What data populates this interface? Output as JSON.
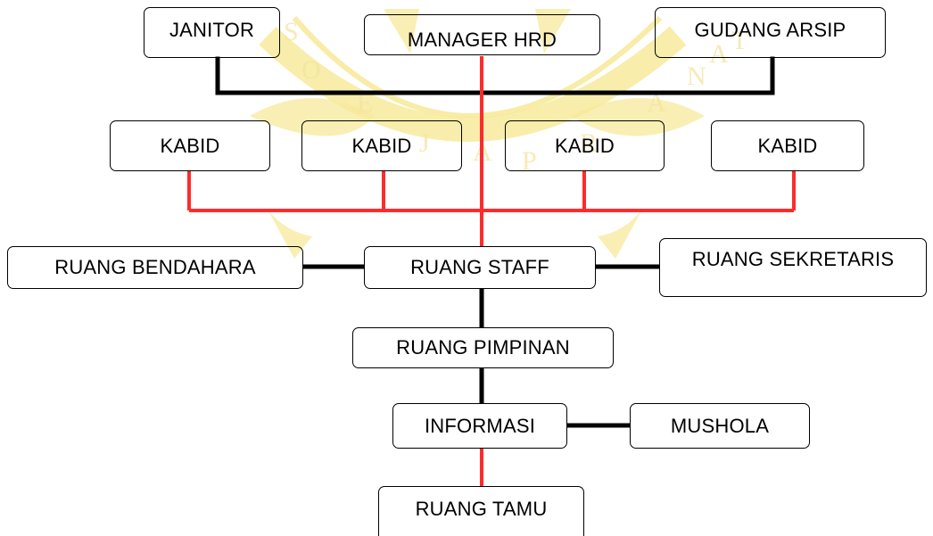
{
  "diagram": {
    "nodes": {
      "janitor": "JANITOR",
      "manager_hrd": "MANAGER HRD",
      "gudang_arsip": "GUDANG ARSIP",
      "kabid_1": "KABID",
      "kabid_2": "KABID",
      "kabid_3": "KABID",
      "kabid_4": "KABID",
      "ruang_bendahara": "RUANG BENDAHARA",
      "ruang_staff": "RUANG STAFF",
      "ruang_sekretaris": "RUANG SEKRETARIS",
      "ruang_pimpinan": "RUANG PIMPINAN",
      "informasi": "INFORMASI",
      "mushola": "MUSHOLA",
      "ruang_tamu": "RUANG TAMU"
    },
    "colors": {
      "red_line": "#ff2b2b",
      "black_line": "#000000",
      "watermark": "#f5e79a"
    }
  }
}
